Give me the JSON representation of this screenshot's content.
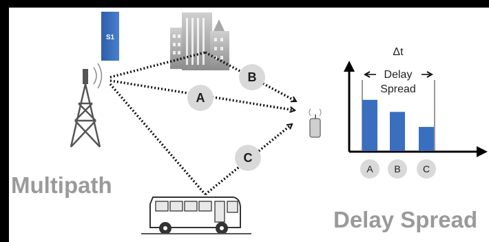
{
  "sector_label": "S1",
  "path_labels": {
    "a": "A",
    "b": "B",
    "c": "C"
  },
  "section_left_title": "Multipath",
  "section_right_title": "Delay Spread",
  "delay_annotation": {
    "symbol": "Δt",
    "line1": "Delay",
    "line2": "Spread"
  },
  "chart_data": {
    "type": "bar",
    "categories": [
      "A",
      "B",
      "C"
    ],
    "values": [
      3.4,
      2.6,
      1.6
    ],
    "ylim": [
      0,
      5.5
    ],
    "colors": [
      "#3a6fbf",
      "#3a6fbf",
      "#3a6fbf"
    ]
  },
  "icons": [
    "cell-tower-icon",
    "building-icon",
    "bus-icon",
    "phone-icon",
    "sector-antenna-icon"
  ],
  "colors": {
    "bar": "#3a6fbf",
    "circle": "#d9d9d9",
    "title_text": "#9a9a9a"
  }
}
